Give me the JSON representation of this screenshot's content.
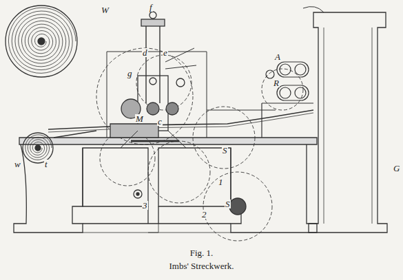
{
  "diagram": {
    "title": "Fig. 1.",
    "caption": "Imbs' Streckwerk.",
    "labels": [
      "W",
      "w",
      "t",
      "f",
      "d",
      "e",
      "g",
      "M",
      "c",
      "A",
      "R",
      "G",
      "S",
      "S",
      "1",
      "2",
      "3"
    ]
  }
}
